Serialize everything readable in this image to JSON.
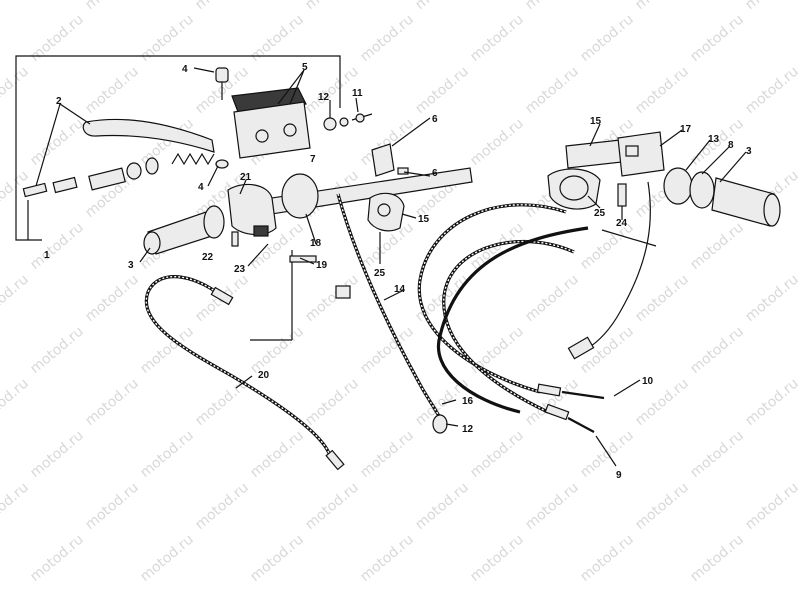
{
  "watermark": {
    "text": "motod.ru"
  },
  "callouts": [
    {
      "id": "c1",
      "text": "1"
    },
    {
      "id": "c2",
      "text": "2"
    },
    {
      "id": "c3a",
      "text": "3"
    },
    {
      "id": "c3b",
      "text": "3"
    },
    {
      "id": "c4a",
      "text": "4"
    },
    {
      "id": "c4b",
      "text": "4"
    },
    {
      "id": "c5",
      "text": "5"
    },
    {
      "id": "c6a",
      "text": "6"
    },
    {
      "id": "c6b",
      "text": "6"
    },
    {
      "id": "c7",
      "text": "7"
    },
    {
      "id": "c8",
      "text": "8"
    },
    {
      "id": "c9",
      "text": "9"
    },
    {
      "id": "c10",
      "text": "10"
    },
    {
      "id": "c11",
      "text": "11"
    },
    {
      "id": "c12a",
      "text": "12"
    },
    {
      "id": "c12b",
      "text": "12"
    },
    {
      "id": "c13",
      "text": "13"
    },
    {
      "id": "c14",
      "text": "14"
    },
    {
      "id": "c15a",
      "text": "15"
    },
    {
      "id": "c15b",
      "text": "15"
    },
    {
      "id": "c16",
      "text": "16"
    },
    {
      "id": "c17",
      "text": "17"
    },
    {
      "id": "c18",
      "text": "18"
    },
    {
      "id": "c19",
      "text": "19"
    },
    {
      "id": "c20",
      "text": "20"
    },
    {
      "id": "c21",
      "text": "21"
    },
    {
      "id": "c22",
      "text": "22"
    },
    {
      "id": "c23",
      "text": "23"
    },
    {
      "id": "c24",
      "text": "24"
    },
    {
      "id": "c25a",
      "text": "25"
    },
    {
      "id": "c25b",
      "text": "25"
    }
  ]
}
